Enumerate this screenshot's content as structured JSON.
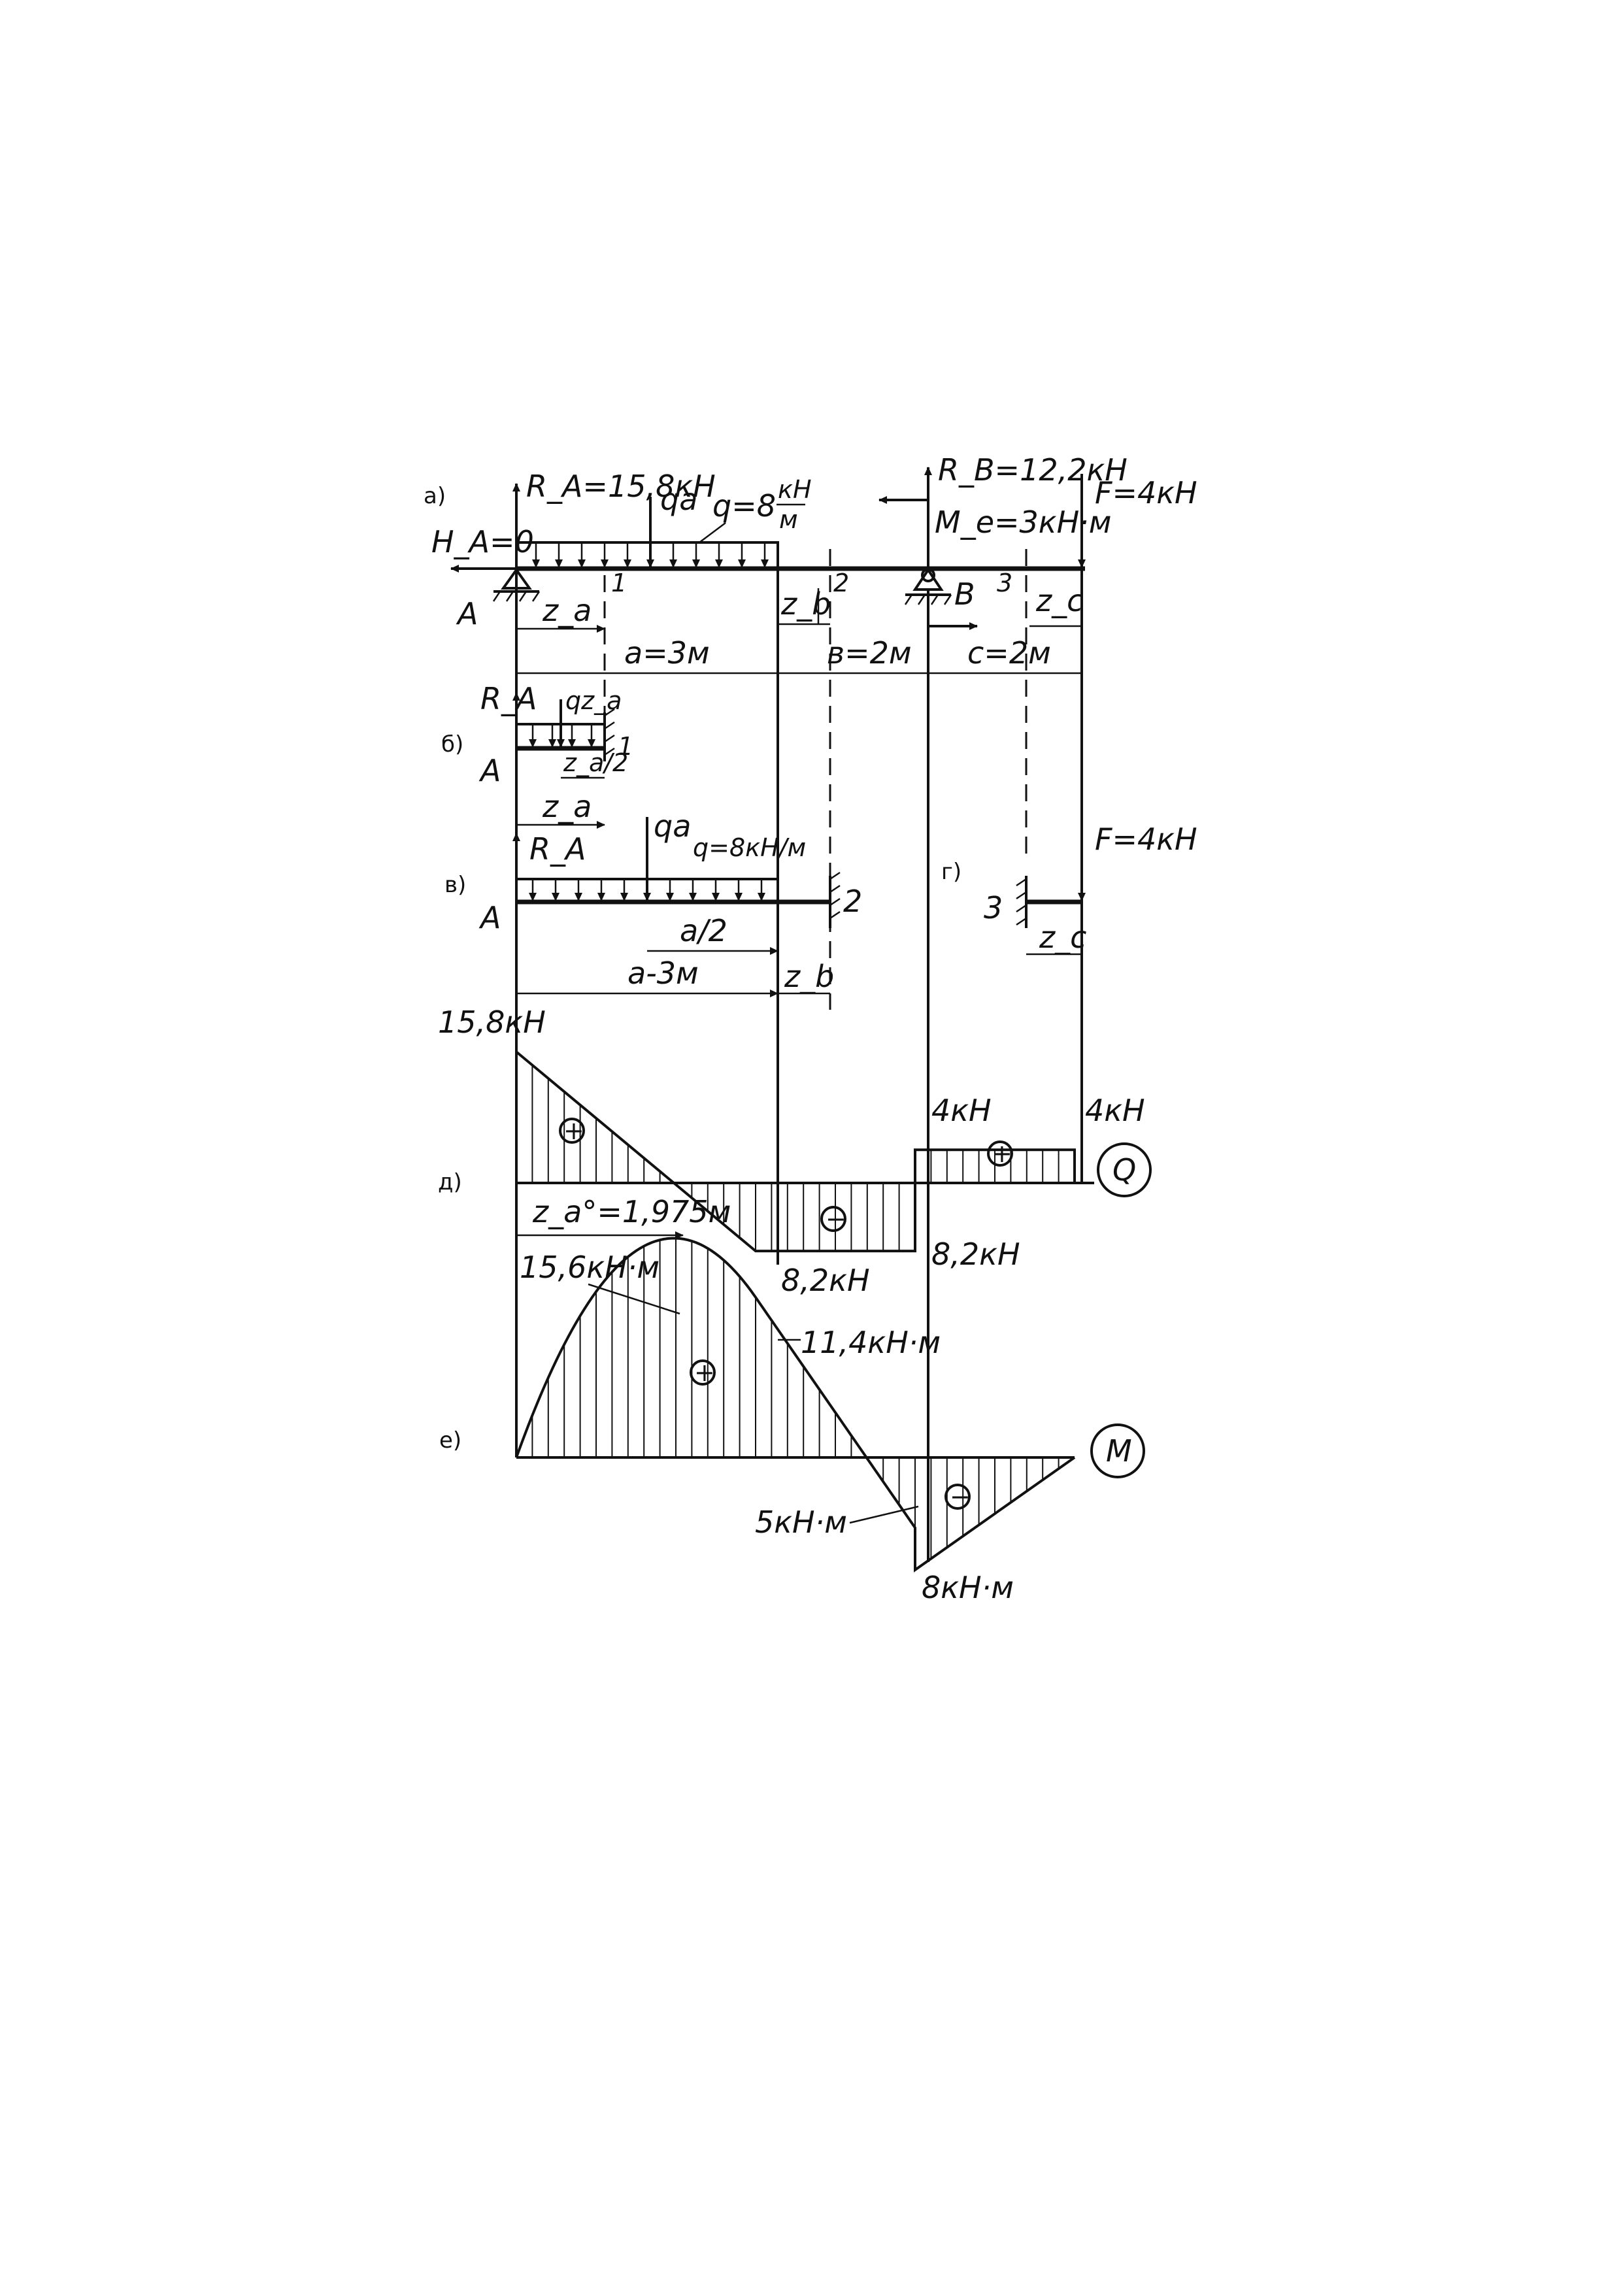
{
  "panels": {
    "a": "а)",
    "b": "б)",
    "v": "в)",
    "g": "г)",
    "d": "д)",
    "e": "е)"
  },
  "beam": {
    "RA": "R_A=15,8кН",
    "HA": "H_A=0",
    "qa": "qa",
    "q": "q=8",
    "q_unit_num": "кН",
    "q_unit_den": "м",
    "RB": "R_B=12,2кН",
    "Me": "M_e=3кН·м",
    "F": "F=4кН",
    "A": "A",
    "B": "B",
    "s1": "1",
    "s2": "2",
    "s3": "3",
    "za": "z_a",
    "zb": "z_b",
    "zc": "z_c",
    "a": "a=3м",
    "b": "в=2м",
    "c": "c=2м"
  },
  "fbd_b": {
    "RA": "R_A",
    "qza": "qz_a",
    "za2": "z_a/2",
    "za": "z_a",
    "A": "A",
    "s1": "1"
  },
  "fbd_v": {
    "RA": "R_A",
    "qa": "qa",
    "q": "q=8кН/м",
    "a2": "a/2",
    "a3": "a-3м",
    "zb": "z_b",
    "A": "A",
    "s2": "2"
  },
  "fbd_g": {
    "F": "F=4кН",
    "s3": "3",
    "zc": "z_c"
  },
  "shear": {
    "v_left": "15,8кН",
    "v_right1": "4кН",
    "v_right2": "4кН",
    "v_neg_mid": "8,2кН",
    "v_neg_end": "8,2кН",
    "zero_at": "z_a°=1,975м",
    "plus": "+",
    "minus": "−",
    "name": "Q"
  },
  "moment": {
    "max": "15,6кН·м",
    "m_at2": "11,4кН·м",
    "m_5": "5кН·м",
    "m_min": "8кН·м",
    "plus": "+",
    "minus": "−",
    "name": "M"
  },
  "chart_data": {
    "type": "line",
    "title": "",
    "series": [
      {
        "name": "Q",
        "x": [
          0,
          1.975,
          3,
          5,
          5,
          7
        ],
        "y": [
          15.8,
          0,
          -8.2,
          -8.2,
          4,
          4
        ]
      },
      {
        "name": "M",
        "x": [
          0,
          1.975,
          3,
          4.3,
          5,
          5,
          7
        ],
        "y": [
          0,
          15.6,
          11.4,
          0,
          -5,
          -8,
          0
        ]
      }
    ]
  }
}
